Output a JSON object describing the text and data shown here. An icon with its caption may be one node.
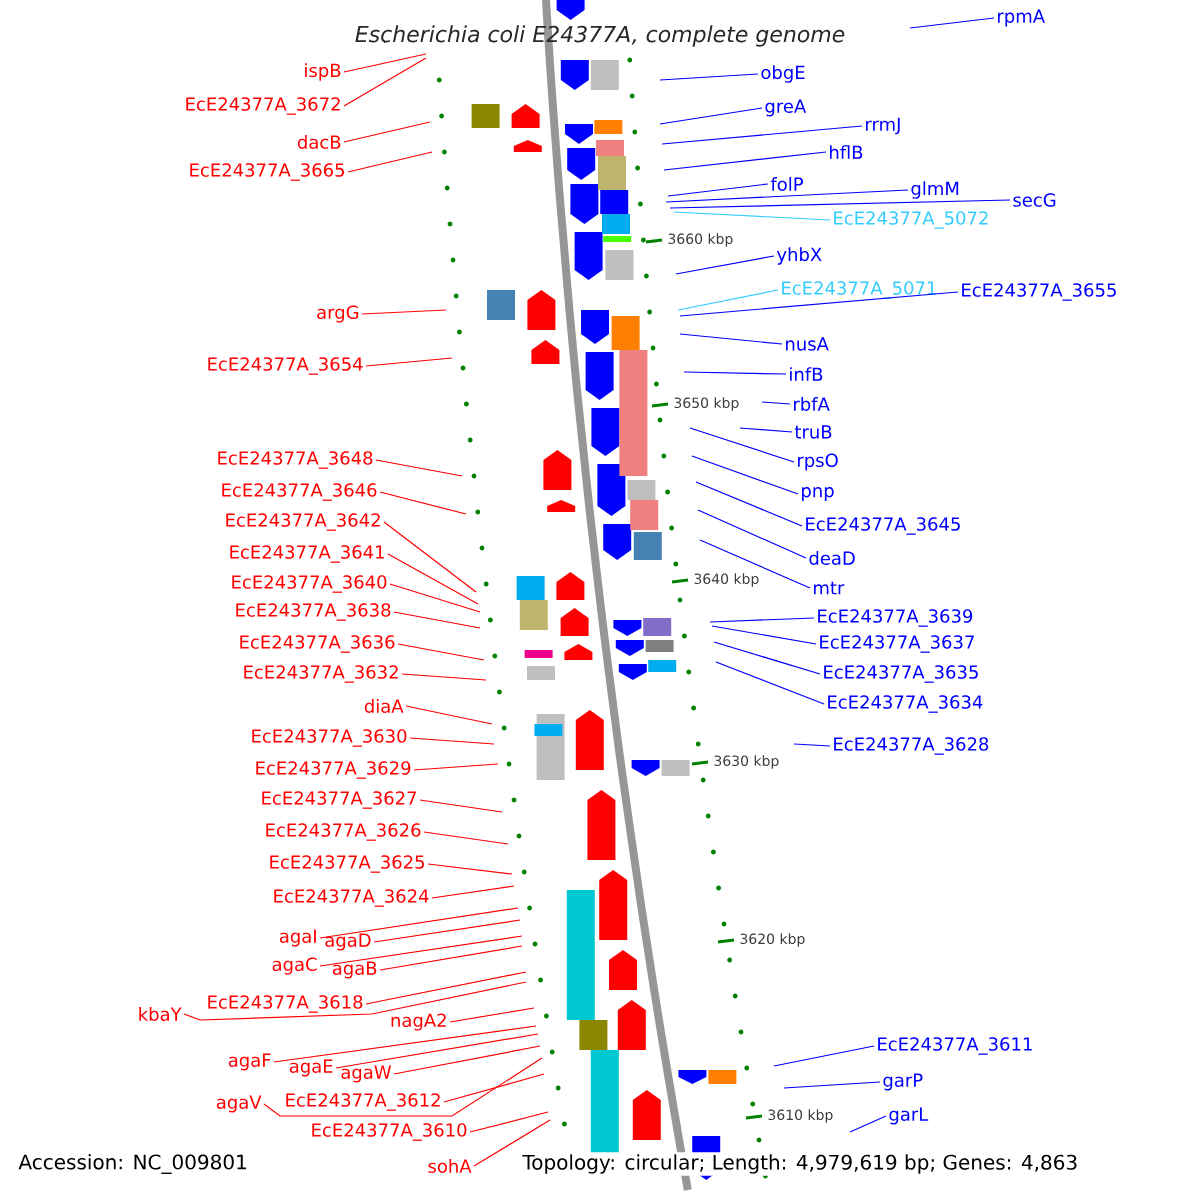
{
  "diagram": {
    "title": "Escherichia coli E24377A, complete genome",
    "nodes": [
      {
        "text": [
          "ispB"
        ]
      },
      {
        "text": [
          "EcE24377A_3672"
        ]
      },
      {
        "text": [
          "dacB"
        ]
      },
      {
        "text": [
          "EcE24377A_3665"
        ]
      },
      {
        "text": [
          "argG"
        ]
      },
      {
        "text": [
          "EcE24377A_3654"
        ]
      },
      {
        "text": [
          "EcE24377A_3648"
        ]
      },
      {
        "text": [
          "EcE24377A_3646"
        ]
      },
      {
        "text": [
          "EcE24377A_3642"
        ]
      },
      {
        "text": [
          "EcE24377A_3641"
        ]
      },
      {
        "text": [
          "EcE24377A_3640"
        ]
      },
      {
        "text": [
          "EcE24377A_3638"
        ]
      },
      {
        "text": [
          "EcE24377A_3636"
        ]
      },
      {
        "text": [
          "EcE24377A_3632"
        ]
      },
      {
        "text": [
          "diaA"
        ]
      },
      {
        "text": [
          "EcE24377A_3630"
        ]
      },
      {
        "text": [
          "EcE24377A_3629"
        ]
      },
      {
        "text": [
          "EcE24377A_3627"
        ]
      },
      {
        "text": [
          "EcE24377A_3626"
        ]
      },
      {
        "text": [
          "EcE24377A_3625"
        ]
      },
      {
        "text": [
          "EcE24377A_3624"
        ]
      },
      {
        "text": [
          "agaI"
        ]
      },
      {
        "text": [
          "agaD"
        ]
      },
      {
        "text": [
          "agaC"
        ]
      },
      {
        "text": [
          "agaB"
        ]
      },
      {
        "text": [
          "kbaY"
        ]
      },
      {
        "text": [
          "EcE24377A_3618"
        ]
      },
      {
        "text": [
          "nagA2"
        ]
      },
      {
        "text": [
          "agaF"
        ]
      },
      {
        "text": [
          "agaE"
        ]
      },
      {
        "text": [
          "agaW"
        ]
      },
      {
        "text": [
          "agaV"
        ]
      },
      {
        "text": [
          "EcE24377A_3612"
        ]
      },
      {
        "text": [
          "EcE24377A_3610"
        ]
      },
      {
        "text": [
          "sohA"
        ]
      },
      {
        "text": [
          "rpmA"
        ]
      },
      {
        "text": [
          "obgE"
        ]
      },
      {
        "text": [
          "greA"
        ]
      },
      {
        "text": [
          "rrmJ"
        ]
      },
      {
        "text": [
          "hflB"
        ]
      },
      {
        "text": [
          "folP"
        ]
      },
      {
        "text": [
          "glmM"
        ]
      },
      {
        "text": [
          "secG"
        ]
      },
      {
        "text": [
          "EcE24377A_5072"
        ]
      },
      {
        "text": [
          "yhbX"
        ]
      },
      {
        "text": [
          "EcE24377A_5071"
        ]
      },
      {
        "text": [
          "EcE24377A_3655"
        ]
      },
      {
        "text": [
          "nusA"
        ]
      },
      {
        "text": [
          "infB"
        ]
      },
      {
        "text": [
          "rbfA"
        ]
      },
      {
        "text": [
          "truB"
        ]
      },
      {
        "text": [
          "rpsO"
        ]
      },
      {
        "text": [
          "pnp"
        ]
      },
      {
        "text": [
          "EcE24377A_3645"
        ]
      },
      {
        "text": [
          "deaD"
        ]
      },
      {
        "text": [
          "mtr"
        ]
      },
      {
        "text": [
          "EcE24377A_3639"
        ]
      },
      {
        "text": [
          "EcE24377A_3637"
        ]
      },
      {
        "text": [
          "EcE24377A_3635"
        ]
      },
      {
        "text": [
          "EcE24377A_3634"
        ]
      },
      {
        "text": [
          "EcE24377A_3628"
        ]
      },
      {
        "text": [
          "EcE24377A_3611"
        ]
      },
      {
        "text": [
          "garP"
        ]
      },
      {
        "text": [
          "garL"
        ]
      }
    ],
    "edges": [
      {
        "from": 0,
        "to": null,
        "arrow": "none",
        "color": "#ff0000"
      },
      {
        "from": 1,
        "to": null,
        "arrow": "none",
        "color": "#ff0000"
      },
      {
        "from": 2,
        "to": null,
        "arrow": "none",
        "color": "#ff0000"
      },
      {
        "from": 3,
        "to": null,
        "arrow": "none",
        "color": "#ff0000"
      },
      {
        "from": 4,
        "to": null,
        "arrow": "none",
        "color": "#ff0000"
      },
      {
        "from": 5,
        "to": null,
        "arrow": "none",
        "color": "#ff0000"
      },
      {
        "from": 6,
        "to": null,
        "arrow": "none",
        "color": "#ff0000"
      },
      {
        "from": 7,
        "to": null,
        "arrow": "none",
        "color": "#ff0000"
      },
      {
        "from": 8,
        "to": null,
        "arrow": "none",
        "color": "#ff0000"
      },
      {
        "from": 9,
        "to": null,
        "arrow": "none",
        "color": "#ff0000"
      },
      {
        "from": 10,
        "to": null,
        "arrow": "none",
        "color": "#ff0000"
      },
      {
        "from": 11,
        "to": null,
        "arrow": "none",
        "color": "#ff0000"
      },
      {
        "from": 12,
        "to": null,
        "arrow": "none",
        "color": "#ff0000"
      },
      {
        "from": 13,
        "to": null,
        "arrow": "none",
        "color": "#ff0000"
      },
      {
        "from": 14,
        "to": null,
        "arrow": "none",
        "color": "#ff0000"
      },
      {
        "from": 15,
        "to": null,
        "arrow": "none",
        "color": "#ff0000"
      },
      {
        "from": 16,
        "to": null,
        "arrow": "none",
        "color": "#ff0000"
      },
      {
        "from": 17,
        "to": null,
        "arrow": "none",
        "color": "#ff0000"
      },
      {
        "from": 18,
        "to": null,
        "arrow": "none",
        "color": "#ff0000"
      },
      {
        "from": 19,
        "to": null,
        "arrow": "none",
        "color": "#ff0000"
      },
      {
        "from": 20,
        "to": null,
        "arrow": "none",
        "color": "#ff0000"
      },
      {
        "from": 21,
        "to": null,
        "arrow": "none",
        "color": "#ff0000"
      },
      {
        "from": 22,
        "to": null,
        "arrow": "none",
        "color": "#ff0000"
      },
      {
        "from": 23,
        "to": null,
        "arrow": "none",
        "color": "#ff0000"
      },
      {
        "from": 24,
        "to": null,
        "arrow": "none",
        "color": "#ff0000"
      },
      {
        "from": 25,
        "to": null,
        "arrow": "none",
        "color": "#ff0000"
      },
      {
        "from": 26,
        "to": null,
        "arrow": "none",
        "color": "#ff0000"
      },
      {
        "from": 27,
        "to": null,
        "arrow": "none",
        "color": "#ff0000"
      },
      {
        "from": 28,
        "to": null,
        "arrow": "none",
        "color": "#ff0000"
      },
      {
        "from": 29,
        "to": null,
        "arrow": "none",
        "color": "#ff0000"
      },
      {
        "from": 30,
        "to": null,
        "arrow": "none",
        "color": "#ff0000"
      },
      {
        "from": 31,
        "to": null,
        "arrow": "none",
        "color": "#ff0000"
      },
      {
        "from": 32,
        "to": null,
        "arrow": "none",
        "color": "#ff0000"
      },
      {
        "from": 33,
        "to": null,
        "arrow": "none",
        "color": "#ff0000"
      },
      {
        "from": 34,
        "to": null,
        "arrow": "none",
        "color": "#ff0000"
      },
      {
        "from": 35,
        "to": null,
        "arrow": "none",
        "color": "#0000ff"
      },
      {
        "from": 36,
        "to": null,
        "arrow": "none",
        "color": "#0000ff"
      },
      {
        "from": 37,
        "to": null,
        "arrow": "none",
        "color": "#0000ff"
      },
      {
        "from": 38,
        "to": null,
        "arrow": "none",
        "color": "#0000ff"
      },
      {
        "from": 39,
        "to": null,
        "arrow": "none",
        "color": "#0000ff"
      },
      {
        "from": 40,
        "to": null,
        "arrow": "none",
        "color": "#0000ff"
      },
      {
        "from": 41,
        "to": null,
        "arrow": "none",
        "color": "#0000ff"
      },
      {
        "from": 42,
        "to": null,
        "arrow": "none",
        "color": "#0000ff"
      },
      {
        "from": 43,
        "to": null,
        "arrow": "none",
        "color": "#33ccff"
      },
      {
        "from": 44,
        "to": null,
        "arrow": "none",
        "color": "#0000ff"
      },
      {
        "from": 45,
        "to": null,
        "arrow": "none",
        "color": "#33ccff"
      },
      {
        "from": 46,
        "to": null,
        "arrow": "none",
        "color": "#0000ff"
      },
      {
        "from": 47,
        "to": null,
        "arrow": "none",
        "color": "#0000ff"
      },
      {
        "from": 48,
        "to": null,
        "arrow": "none",
        "color": "#0000ff"
      },
      {
        "from": 49,
        "to": null,
        "arrow": "none",
        "color": "#0000ff"
      },
      {
        "from": 50,
        "to": null,
        "arrow": "none",
        "color": "#0000ff"
      },
      {
        "from": 51,
        "to": null,
        "arrow": "none",
        "color": "#0000ff"
      },
      {
        "from": 52,
        "to": null,
        "arrow": "none",
        "color": "#0000ff"
      },
      {
        "from": 53,
        "to": null,
        "arrow": "none",
        "color": "#0000ff"
      },
      {
        "from": 54,
        "to": null,
        "arrow": "none",
        "color": "#0000ff"
      },
      {
        "from": 55,
        "to": null,
        "arrow": "none",
        "color": "#0000ff"
      },
      {
        "from": 56,
        "to": null,
        "arrow": "none",
        "color": "#0000ff"
      },
      {
        "from": 57,
        "to": null,
        "arrow": "none",
        "color": "#0000ff"
      },
      {
        "from": 58,
        "to": null,
        "arrow": "none",
        "color": "#0000ff"
      },
      {
        "from": 59,
        "to": null,
        "arrow": "none",
        "color": "#0000ff"
      },
      {
        "from": 60,
        "to": null,
        "arrow": "none",
        "color": "#0000ff"
      },
      {
        "from": 61,
        "to": null,
        "arrow": "none",
        "color": "#0000ff"
      },
      {
        "from": 62,
        "to": null,
        "arrow": "none",
        "color": "#0000ff"
      },
      {
        "from": 63,
        "to": null,
        "arrow": "none",
        "color": "#0000ff"
      }
    ],
    "labels": [
      "3660 kbp",
      "3650 kbp",
      "3640 kbp",
      "3630 kbp",
      "3620 kbp",
      "3610 kbp",
      "Accession: NC_009801",
      "Topology: circular; Length: 4,979,619 bp; Genes: 4,863"
    ]
  }
}
